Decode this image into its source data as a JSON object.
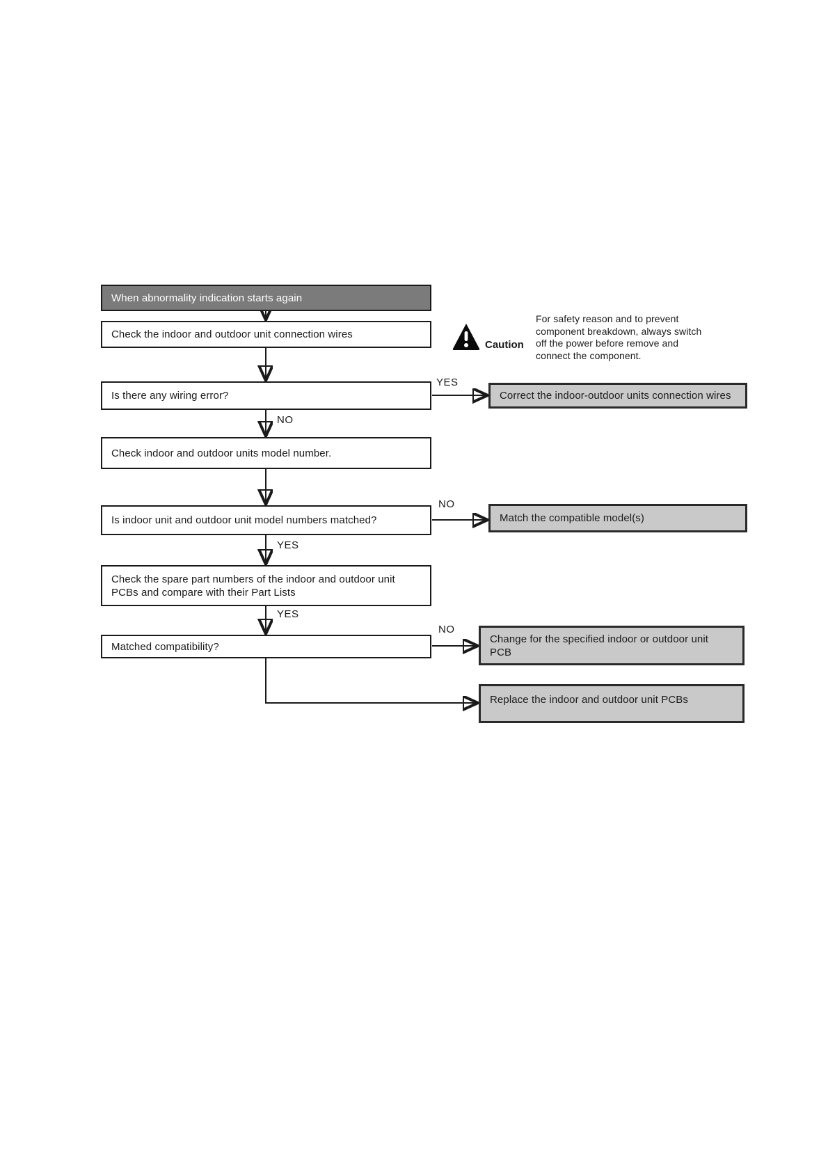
{
  "colors": {
    "page_bg": "#ffffff",
    "header_fill": "#7b7b7b",
    "header_text": "#ffffff",
    "box_border": "#1a1a1a",
    "gray_fill": "#c9c9c9",
    "gray_border": "#2a2a2a",
    "line_color": "#1a1a1a"
  },
  "caution": {
    "icon": "warning-triangle-icon",
    "label": "Caution",
    "lines": [
      "For safety reason and to prevent",
      "component breakdown, always switch",
      "off the power before remove and",
      "connect the component."
    ]
  },
  "nodes": {
    "start": "When abnormality indication starts again",
    "check_wires": "Check the indoor and outdoor unit connection wires",
    "wiring_error": "Is there any wiring error?",
    "check_model": "Check indoor and outdoor units model number.",
    "model_matched": "Is indoor unit and outdoor unit model numbers matched?",
    "check_spare": "Check the spare part numbers of the indoor and outdoor unit PCBs and compare with their Part Lists",
    "matched_compat": "Matched compatibility?",
    "correct_wires": "Correct the indoor-outdoor units connection wires",
    "match_model": "Match the compatible model(s)",
    "change_pcb": "Change for the specified indoor or outdoor unit PCB",
    "replace_pcb": "Replace the indoor and outdoor unit PCBs"
  },
  "edge_labels": {
    "wiring_error_yes": "YES",
    "wiring_error_no": "NO",
    "model_matched_no": "NO",
    "model_matched_yes": "YES",
    "check_spare_yes": "YES",
    "matched_compat_no": "NO"
  }
}
